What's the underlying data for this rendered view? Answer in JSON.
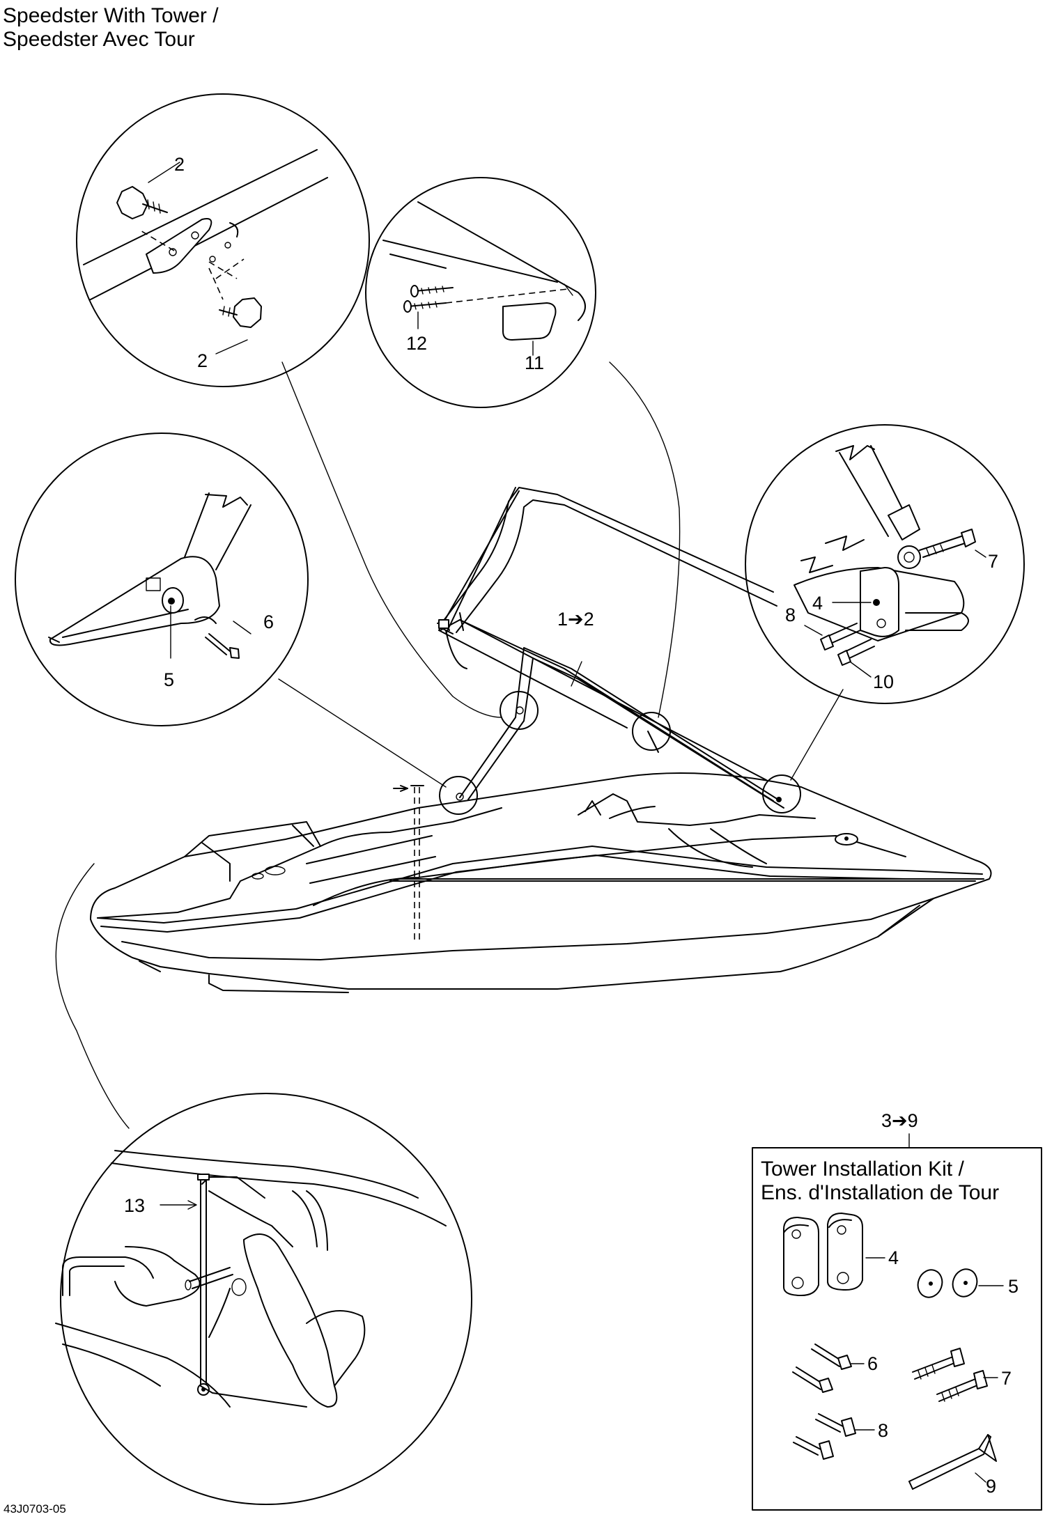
{
  "title": {
    "line1": "Speedster With Tower /",
    "line2": "Speedster Avec Tour"
  },
  "callouts": {
    "c2a": "2",
    "c2b": "2",
    "c12": "12",
    "c11": "11",
    "c6": "6",
    "c5": "5",
    "c1to2": "1➔2",
    "c7": "7",
    "c4": "4",
    "c8": "8",
    "c10": "10",
    "c13": "13",
    "c3to9": "3➔9"
  },
  "kit": {
    "title_line1": "Tower Installation Kit /",
    "title_line2": "Ens. d'Installation de Tour",
    "labels": {
      "k4": "4",
      "k5": "5",
      "k6": "6",
      "k7": "7",
      "k8": "8",
      "k9": "9"
    }
  },
  "image_code": "43J0703-05"
}
